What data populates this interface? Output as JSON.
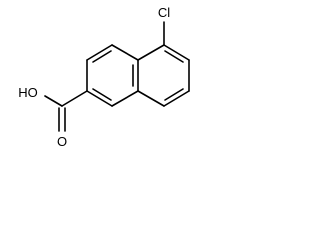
{
  "molecule": {
    "atoms": {
      "chlorine": "Cl",
      "carbonyl_oxygen": "O",
      "hydroxyl": "HO"
    }
  },
  "colors": {
    "bond": "#000000",
    "label": "#000000",
    "background": "#ffffff"
  }
}
